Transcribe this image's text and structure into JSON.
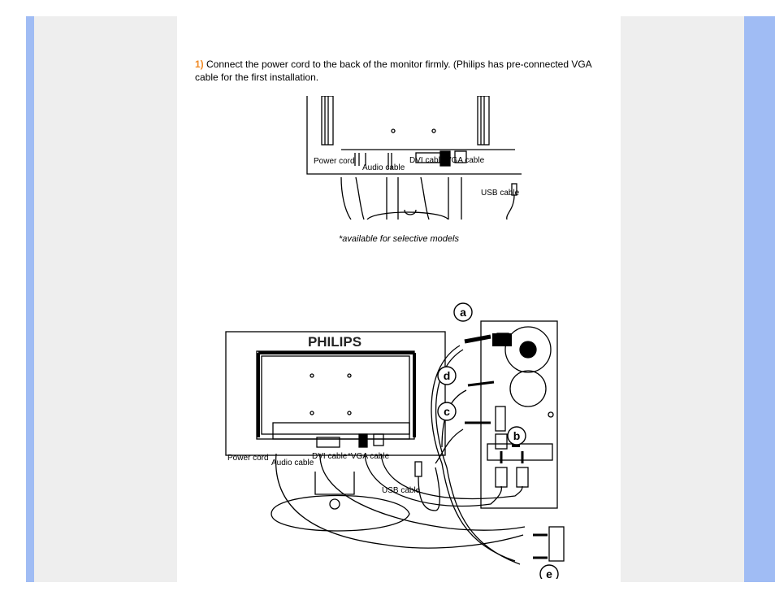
{
  "step": {
    "number": "1)",
    "text": " Connect the power cord to the back of the monitor firmly. (Philips has pre-connected VGA cable for the first installation."
  },
  "figure1": {
    "labels": {
      "power": "Power cord",
      "audio": "Audio cable",
      "dvi": "DVI cable",
      "vga": "*VGA cable",
      "usb": "USB cable"
    }
  },
  "caption": "*available for selective models",
  "figure2": {
    "brand": "PHILIPS",
    "labels": {
      "power": "Power cord",
      "audio": "Audio cable",
      "dvi": "DVI cable",
      "vga": "*VGA cable",
      "usb": "USB cable"
    },
    "callouts": {
      "a": "a",
      "b": "b",
      "c": "c",
      "d": "d",
      "e": "e"
    }
  },
  "colors": {
    "sidebar_blue": "#a0bcf4",
    "margin_gray": "#eeeeee",
    "step_number": "#f08a24"
  }
}
